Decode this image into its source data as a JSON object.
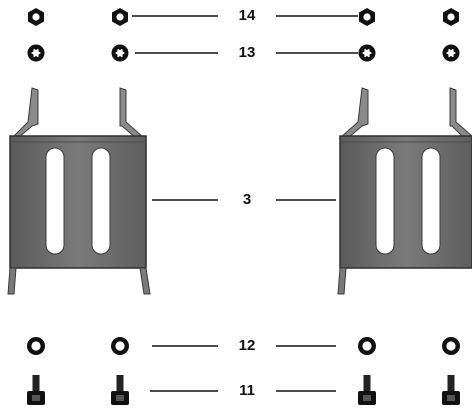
{
  "diagram": {
    "callouts": {
      "nut": "14",
      "lock_washer": "13",
      "bracket": "3",
      "flat_washer": "12",
      "screw": "11"
    },
    "colors": {
      "line": "#111111",
      "bracket_fill": "#6e6e6e",
      "bracket_edge": "#3a3a3a",
      "slot": "#ffffff"
    }
  }
}
